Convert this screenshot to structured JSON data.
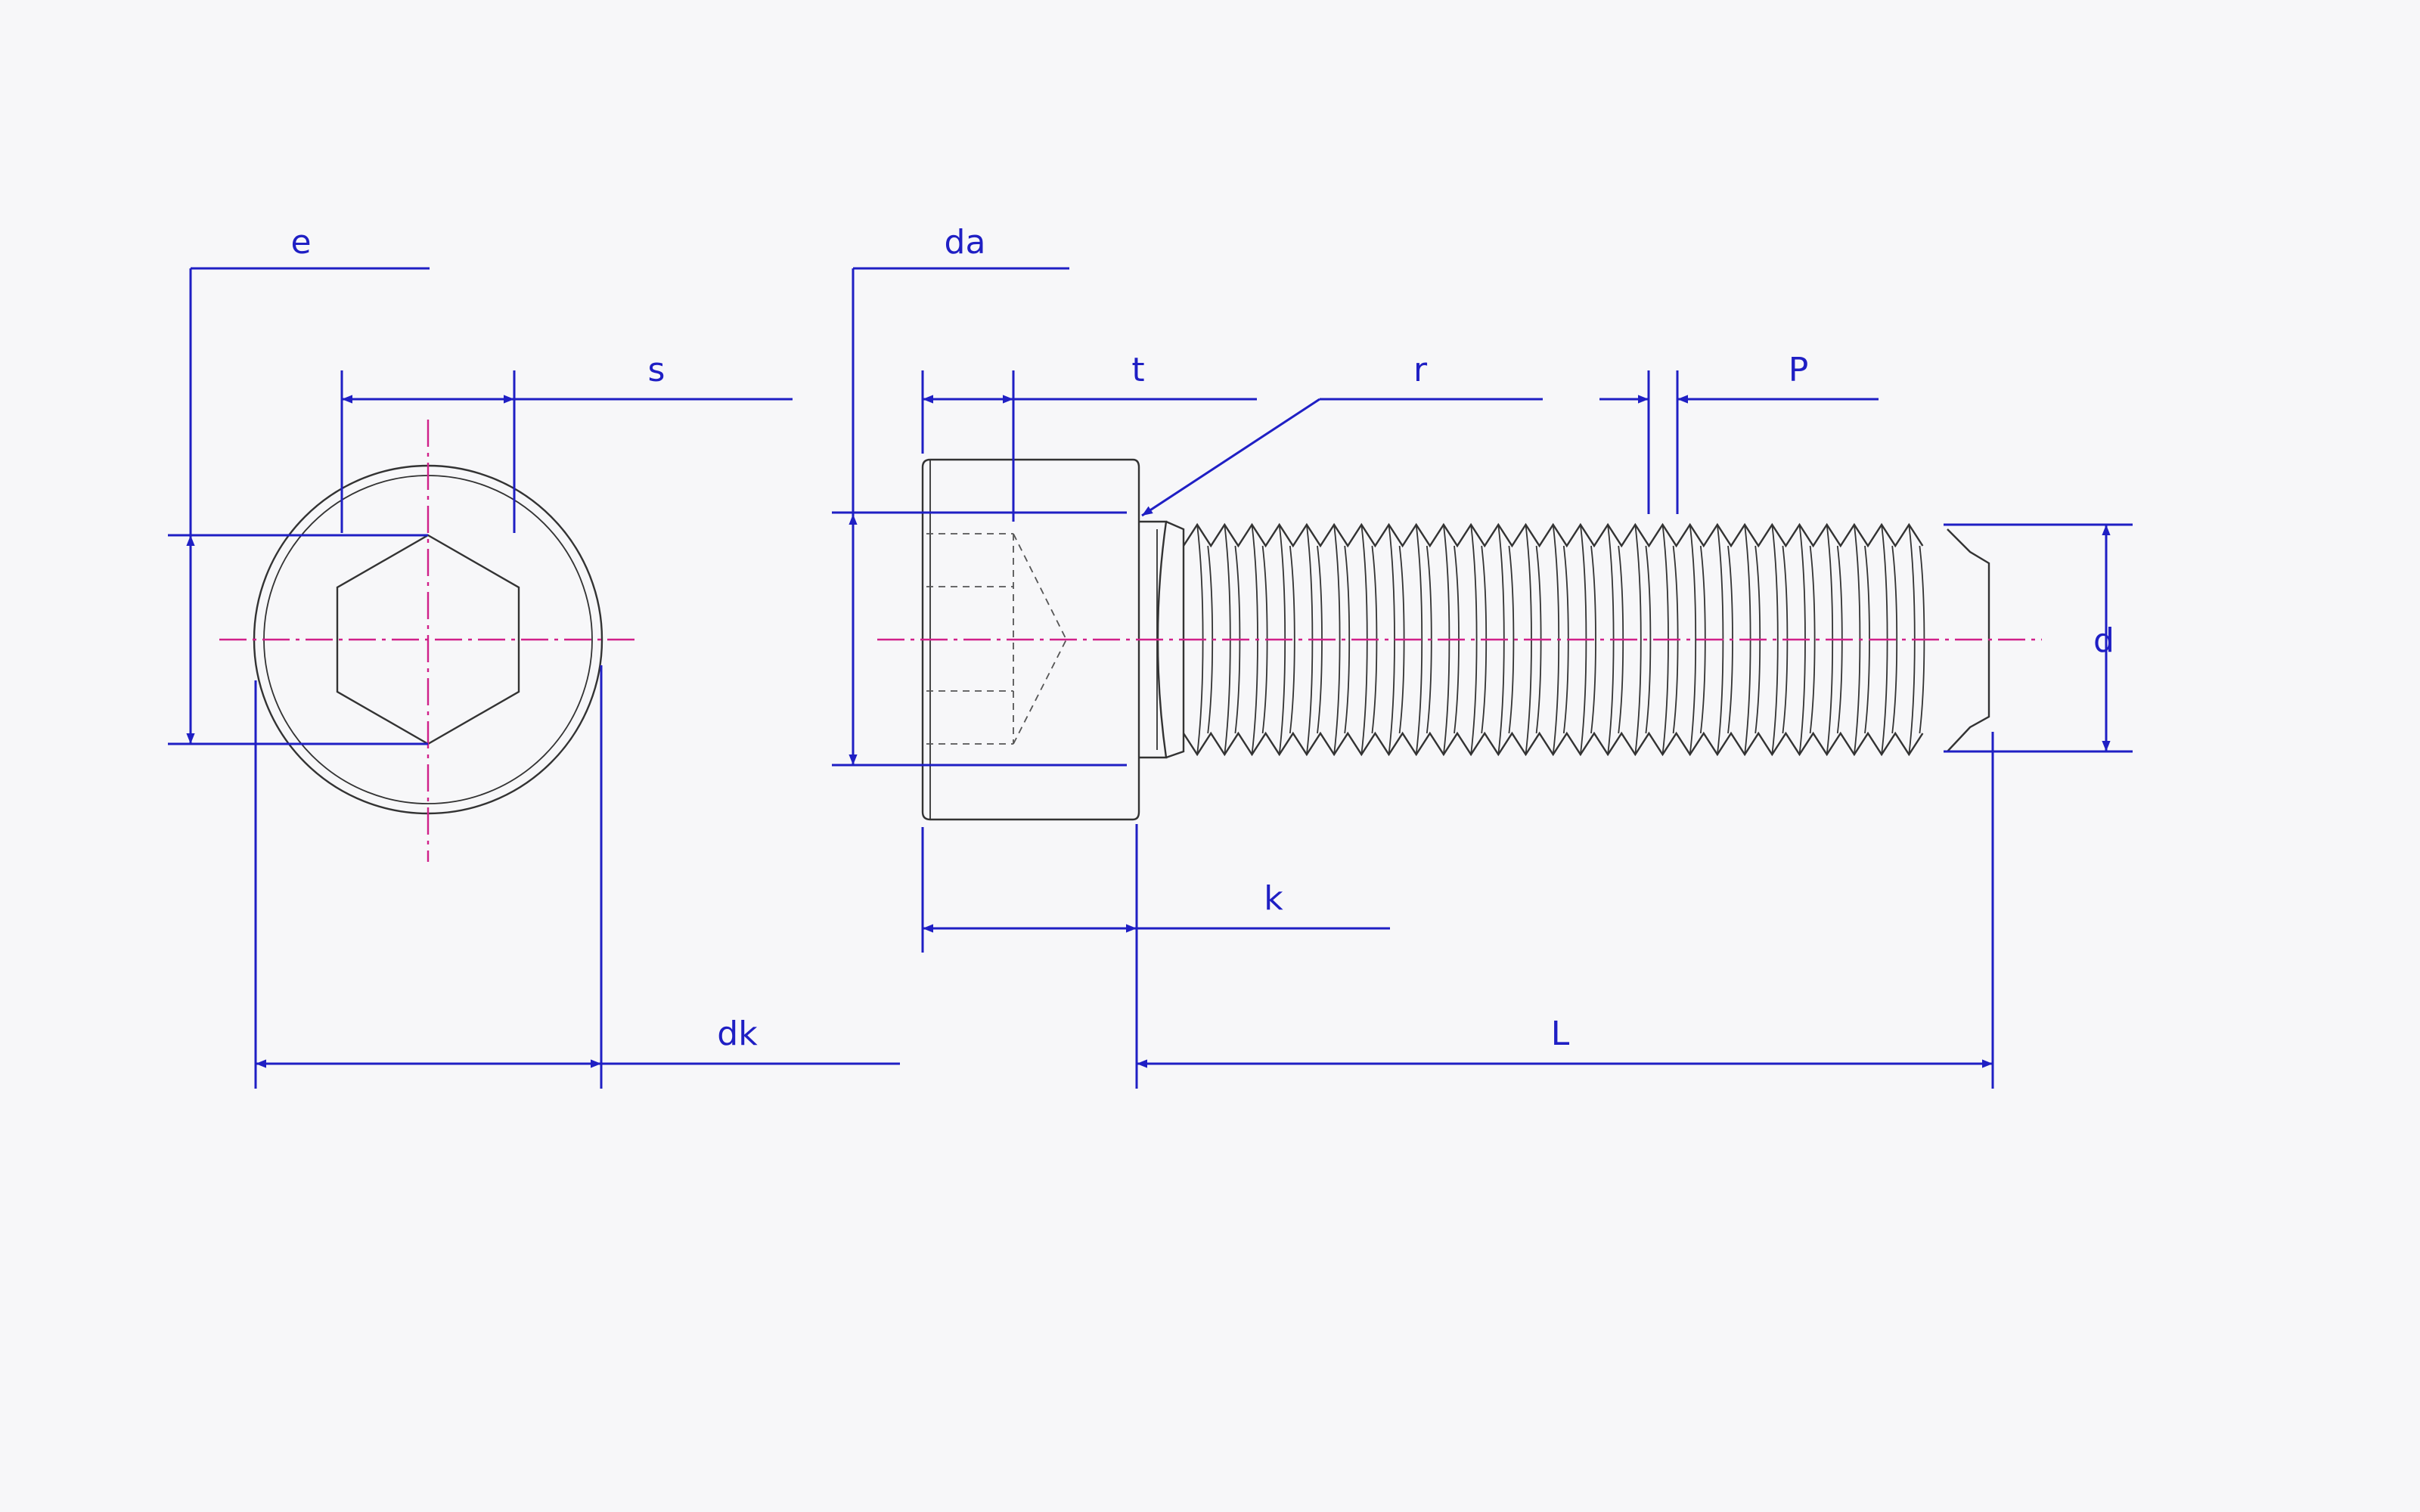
{
  "colors": {
    "dimension": "#1f1fc4",
    "centerline": "#d0208a",
    "outline": "#333333",
    "background": "#f7f7f9"
  },
  "labels": {
    "e": "e",
    "s": "s",
    "dk": "dk",
    "da": "da",
    "t": "t",
    "r": "r",
    "p": "P",
    "d": "d",
    "k": "k",
    "L": "L"
  }
}
